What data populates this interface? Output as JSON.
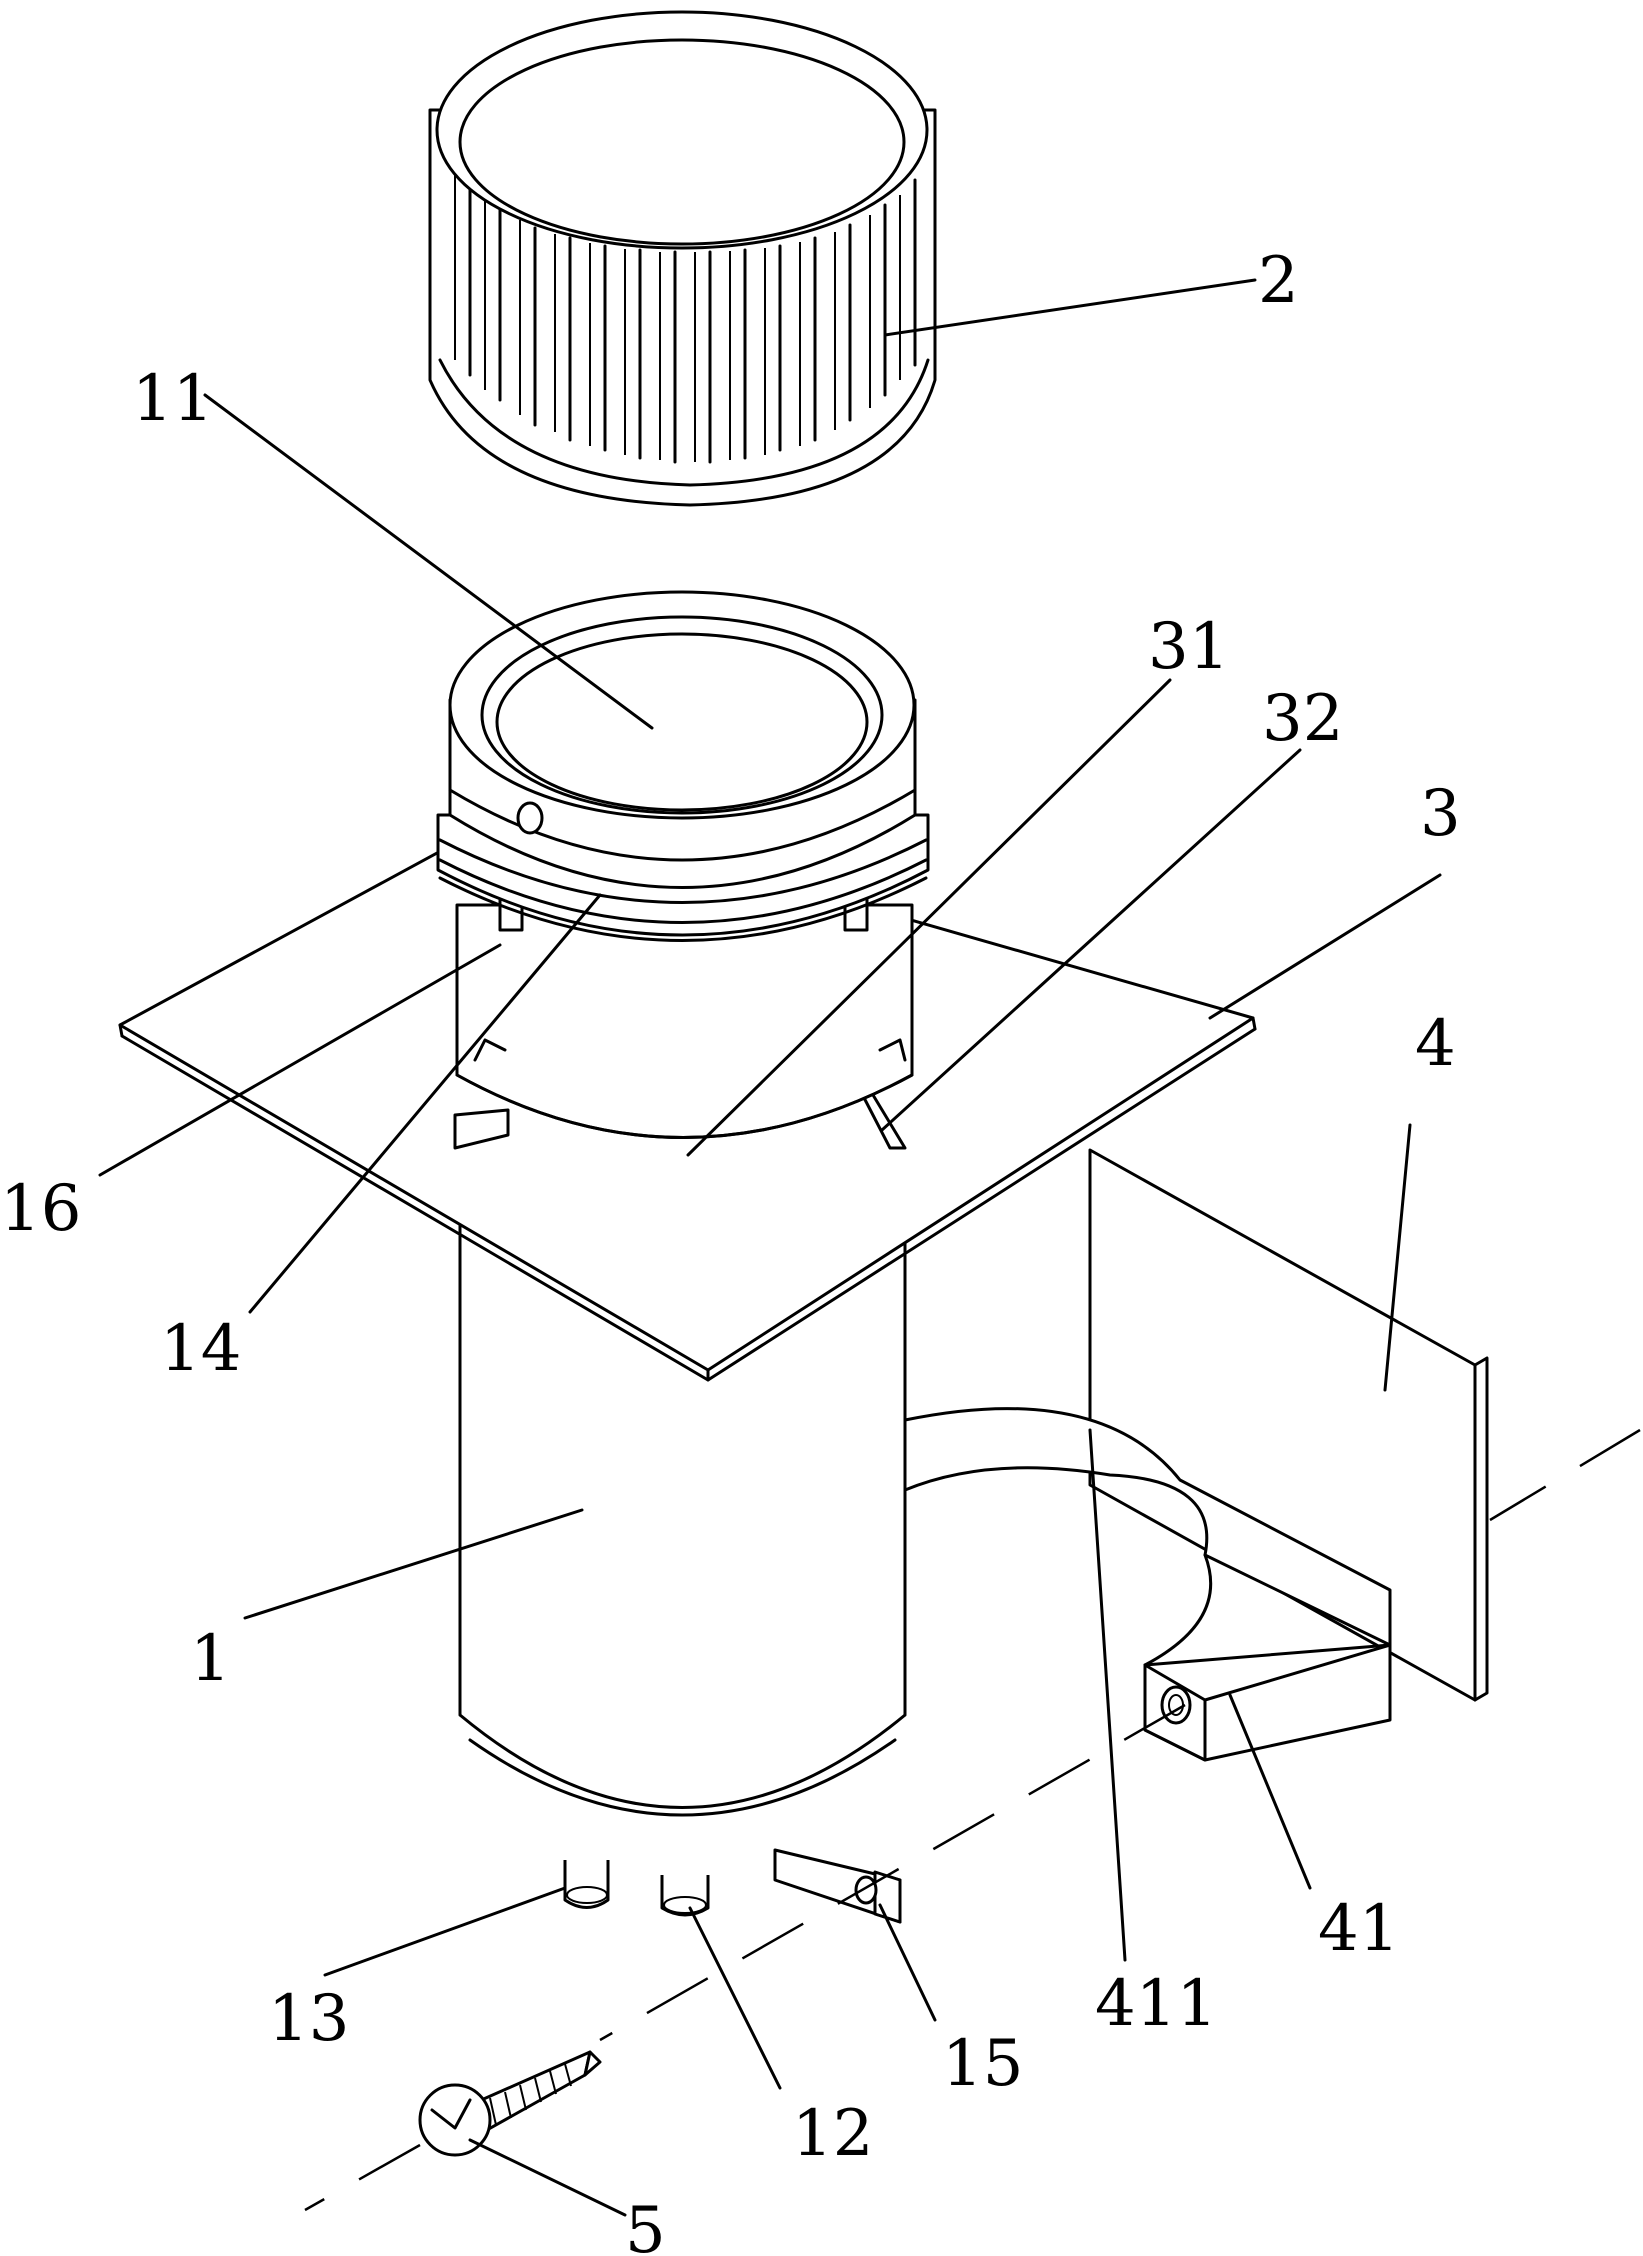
{
  "labels": {
    "cap": "2",
    "body_top": "11",
    "slot_a": "31",
    "slot_b": "32",
    "plate": "3",
    "bracket": "4",
    "tab": "16",
    "groove": "14",
    "body": "1",
    "saddle_arm": "411",
    "mount_block": "41",
    "pin_left": "13",
    "pin_right": "12",
    "lug": "15",
    "screw": "5"
  }
}
